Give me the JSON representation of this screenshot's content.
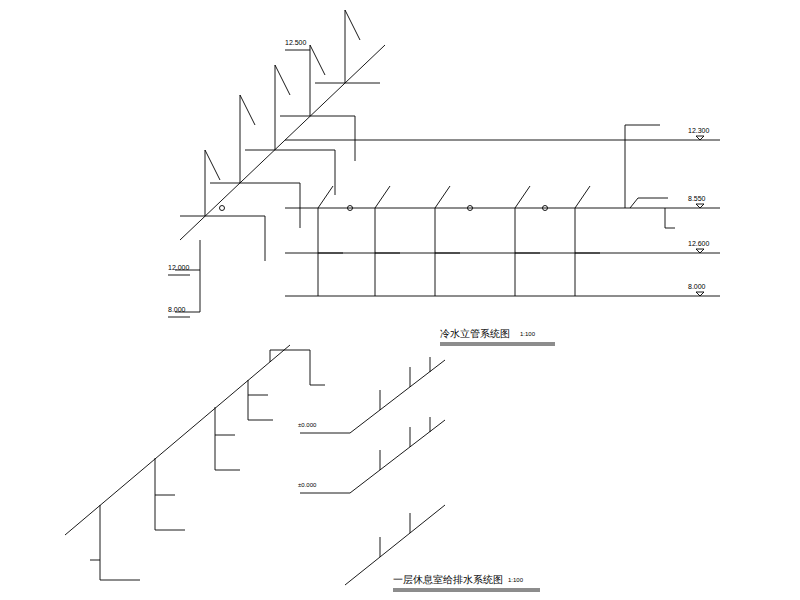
{
  "diagram": {
    "labels": [
      "12.300",
      "8.550",
      "12.600",
      "8.000",
      "冷水立管系统图",
      "1:100",
      "一层休息室给排水系统图",
      "1:100",
      "12.000",
      "8.000",
      "12.500",
      "±0.000",
      "±0.000"
    ]
  }
}
